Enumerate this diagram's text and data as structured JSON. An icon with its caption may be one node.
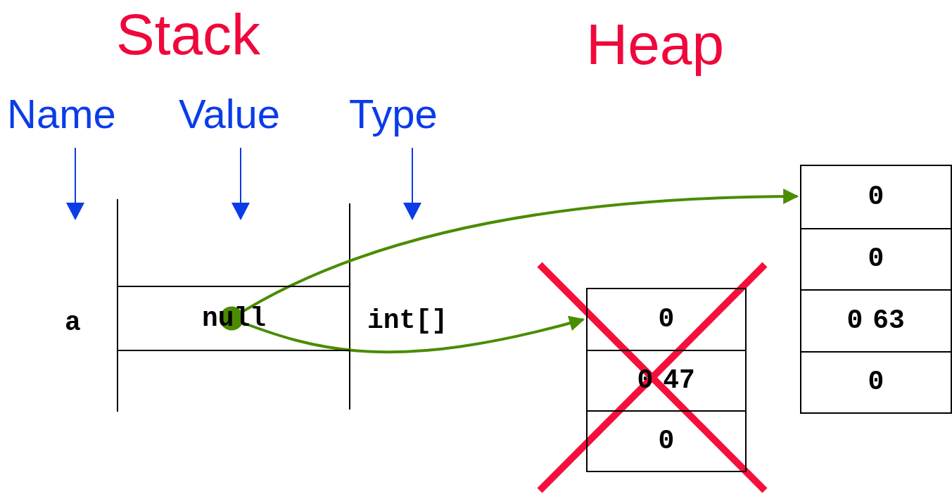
{
  "diagram": {
    "nodes": [
      {
        "text": [
          "null"
        ]
      },
      {
        "text": [],
        "shape": "box"
      },
      {
        "text": [
          "0"
        ],
        "in": 1
      },
      {
        "text": [
          "0",
          "47"
        ],
        "in": 1
      },
      {
        "text": [
          "0"
        ],
        "in": 1
      },
      {
        "text": [],
        "shape": "box"
      },
      {
        "text": [
          "0"
        ],
        "in": 5
      },
      {
        "text": [
          "0"
        ],
        "in": 5
      },
      {
        "text": [
          "0",
          "63"
        ],
        "in": 5
      },
      {
        "text": [
          "0"
        ],
        "in": 5
      }
    ],
    "edges": [
      {
        "from": 0,
        "to": 5,
        "arrow": "to"
      },
      {
        "from": 0,
        "to": 1,
        "arrow": "to"
      }
    ],
    "labels": [
      "Stack",
      "Heap",
      "Name",
      "Value",
      "Type",
      "a",
      "int[]"
    ]
  }
}
